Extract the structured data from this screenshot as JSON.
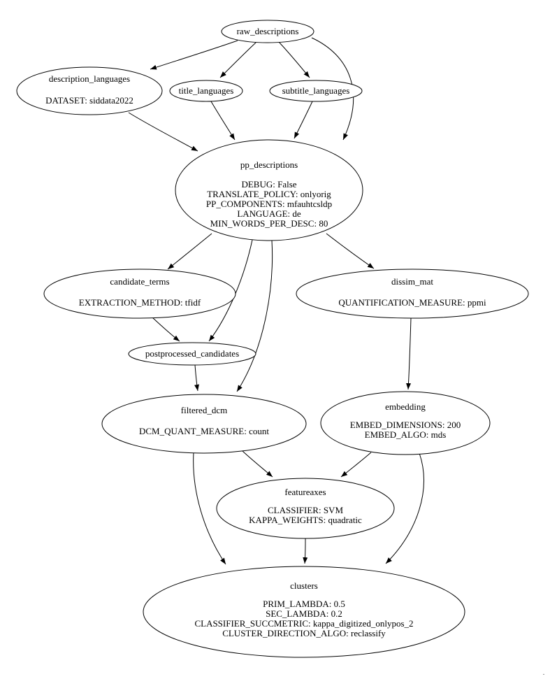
{
  "diagram": {
    "background_color": "#ffffff",
    "node_fill_color": "#ffffff",
    "node_stroke_color": "#000000",
    "text_color": "#000000",
    "nodes": {
      "raw_descriptions": {
        "title": "raw_descriptions",
        "params": []
      },
      "description_languages": {
        "title": "description_languages",
        "params": [
          "DATASET: siddata2022"
        ]
      },
      "title_languages": {
        "title": "title_languages",
        "params": []
      },
      "subtitle_languages": {
        "title": "subtitle_languages",
        "params": []
      },
      "pp_descriptions": {
        "title": "pp_descriptions",
        "params": [
          "DEBUG: False",
          "TRANSLATE_POLICY: onlyorig",
          "PP_COMPONENTS: mfauhtcsldp",
          "LANGUAGE: de",
          "MIN_WORDS_PER_DESC: 80"
        ]
      },
      "candidate_terms": {
        "title": "candidate_terms",
        "params": [
          "EXTRACTION_METHOD: tfidf"
        ]
      },
      "dissim_mat": {
        "title": "dissim_mat",
        "params": [
          "QUANTIFICATION_MEASURE: ppmi"
        ]
      },
      "postprocessed_candidates": {
        "title": "postprocessed_candidates",
        "params": []
      },
      "filtered_dcm": {
        "title": "filtered_dcm",
        "params": [
          "DCM_QUANT_MEASURE: count"
        ]
      },
      "embedding": {
        "title": "embedding",
        "params": [
          "EMBED_DIMENSIONS: 200",
          "EMBED_ALGO: mds"
        ]
      },
      "featureaxes": {
        "title": "featureaxes",
        "params": [
          "CLASSIFIER: SVM",
          "KAPPA_WEIGHTS: quadratic"
        ]
      },
      "clusters": {
        "title": "clusters",
        "params": [
          "PRIM_LAMBDA: 0.5",
          "SEC_LAMBDA: 0.2",
          "CLASSIFIER_SUCCMETRIC: kappa_digitized_onlypos_2",
          "CLUSTER_DIRECTION_ALGO: reclassify"
        ]
      }
    },
    "edges": [
      {
        "from": "raw_descriptions",
        "to": "description_languages"
      },
      {
        "from": "raw_descriptions",
        "to": "title_languages"
      },
      {
        "from": "raw_descriptions",
        "to": "subtitle_languages"
      },
      {
        "from": "raw_descriptions",
        "to": "pp_descriptions"
      },
      {
        "from": "description_languages",
        "to": "pp_descriptions"
      },
      {
        "from": "title_languages",
        "to": "pp_descriptions"
      },
      {
        "from": "subtitle_languages",
        "to": "pp_descriptions"
      },
      {
        "from": "pp_descriptions",
        "to": "candidate_terms"
      },
      {
        "from": "pp_descriptions",
        "to": "dissim_mat"
      },
      {
        "from": "pp_descriptions",
        "to": "postprocessed_candidates"
      },
      {
        "from": "pp_descriptions",
        "to": "filtered_dcm"
      },
      {
        "from": "candidate_terms",
        "to": "postprocessed_candidates"
      },
      {
        "from": "postprocessed_candidates",
        "to": "filtered_dcm"
      },
      {
        "from": "dissim_mat",
        "to": "embedding"
      },
      {
        "from": "filtered_dcm",
        "to": "featureaxes"
      },
      {
        "from": "embedding",
        "to": "featureaxes"
      },
      {
        "from": "filtered_dcm",
        "to": "clusters"
      },
      {
        "from": "embedding",
        "to": "clusters"
      },
      {
        "from": "featureaxes",
        "to": "clusters"
      }
    ],
    "corner_mark": "."
  }
}
